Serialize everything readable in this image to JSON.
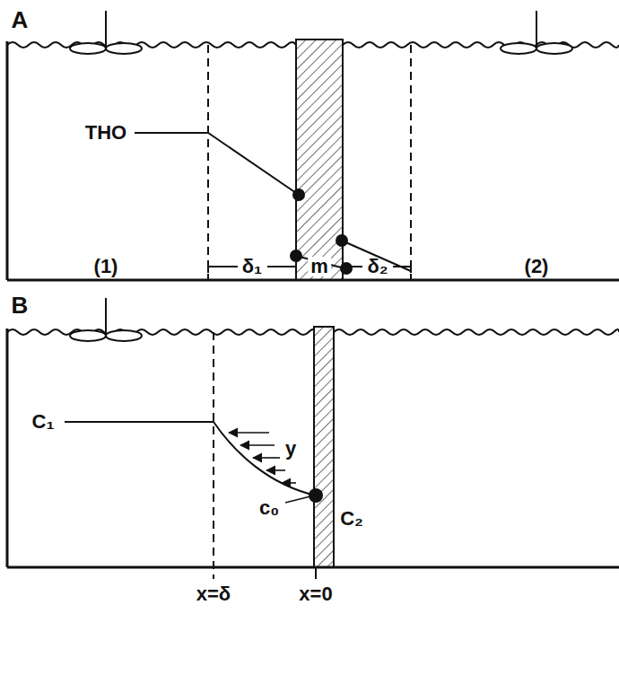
{
  "diagram": {
    "labels": [
      "A",
      "THO",
      "(1)",
      "δ₁",
      "m",
      "δ₂",
      "(2)",
      "B",
      "C₁",
      "y",
      "c₀",
      "C₂",
      "x=δ",
      "x=0"
    ]
  }
}
